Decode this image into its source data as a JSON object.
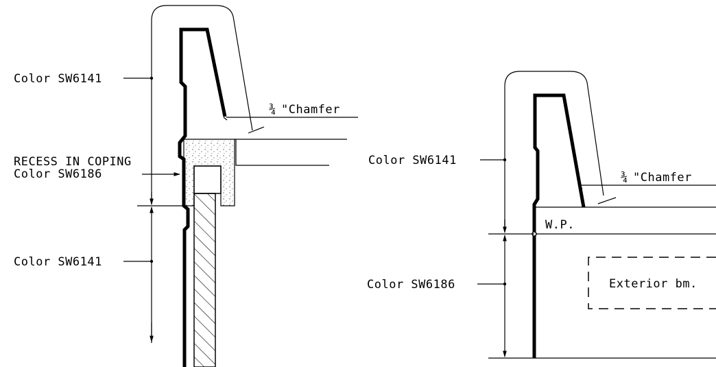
{
  "left_detail": {
    "callout_upper_color": "Color SW6141",
    "chamfer_fraction": "¾",
    "chamfer_text": "\"Chamfer",
    "recess_title": "RECESS IN COPING",
    "recess_color": "Color SW6186",
    "callout_lower_color": "Color SW6141"
  },
  "right_detail": {
    "callout_upper_color": "Color SW6141",
    "chamfer_fraction": "¾",
    "chamfer_text": "\"Chamfer",
    "work_point": "W.P.",
    "callout_lower_color": "Color SW6186",
    "beam_label": "Exterior bm."
  }
}
